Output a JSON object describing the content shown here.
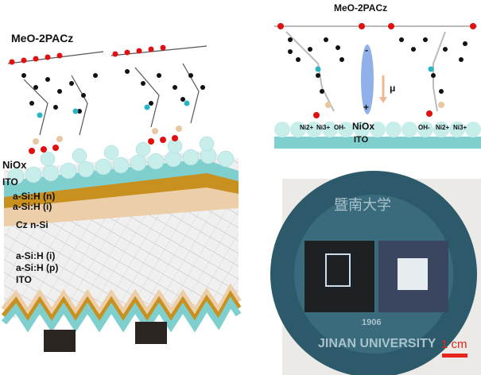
{
  "left_panel": {
    "title": "MeO-2PACz",
    "layers": [
      "NiOx",
      "ITO",
      "a-Si:H (n)",
      "a-Si:H (i)",
      "Cz n-Si",
      "a-Si:H (i)",
      "a-Si:H (p)",
      "ITO"
    ]
  },
  "right_top_panel": {
    "title": "MeO-2PACz",
    "dipole_symbol": "μ",
    "minus": "-",
    "plus": "+",
    "surface_labels_left": [
      "Ni2+",
      "Ni3+",
      "OH-"
    ],
    "center_label": "NiOx",
    "substrate_label": "ITO",
    "surface_labels_right": [
      "OH-",
      "Ni2+",
      "Ni3+"
    ]
  },
  "photo_panel": {
    "seal_text_cn": "暨南大学",
    "seal_text_en": "JINAN UNIVERSITY",
    "seal_year": "1906",
    "scale_bar_label": "1 cm",
    "scale_bar_color": "#e8231b"
  },
  "colors": {
    "nio": "#bfeae8",
    "ito": "#7fcfcf",
    "n_layer": "#c8901f",
    "i_layer": "#eccfa9",
    "oxygen": "#e01010",
    "nitrogen": "#26b6c4"
  }
}
